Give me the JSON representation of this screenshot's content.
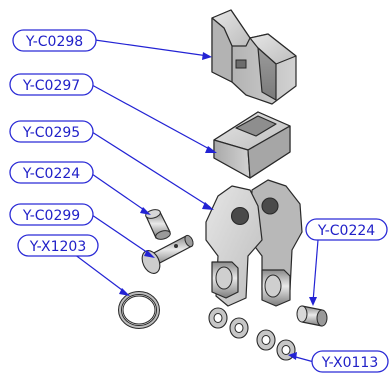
{
  "diagram": {
    "labels": [
      {
        "id": "label-y-c0298",
        "text": "Y-C0298"
      },
      {
        "id": "label-y-c0297",
        "text": "Y-C0297"
      },
      {
        "id": "label-y-c0295",
        "text": "Y-C0295"
      },
      {
        "id": "label-y-c0224-left",
        "text": "Y-C0224"
      },
      {
        "id": "label-y-c0299",
        "text": "Y-C0299"
      },
      {
        "id": "label-y-x1203",
        "text": "Y-X1203"
      },
      {
        "id": "label-y-c0224-right",
        "text": "Y-C0224"
      },
      {
        "id": "label-y-x0113",
        "text": "Y-X0113"
      }
    ],
    "colors": {
      "label_text": "#2121c8",
      "leader_line": "#2323d4",
      "part_fill": "#c9c9c9",
      "part_outline": "#2a2a2a"
    }
  }
}
